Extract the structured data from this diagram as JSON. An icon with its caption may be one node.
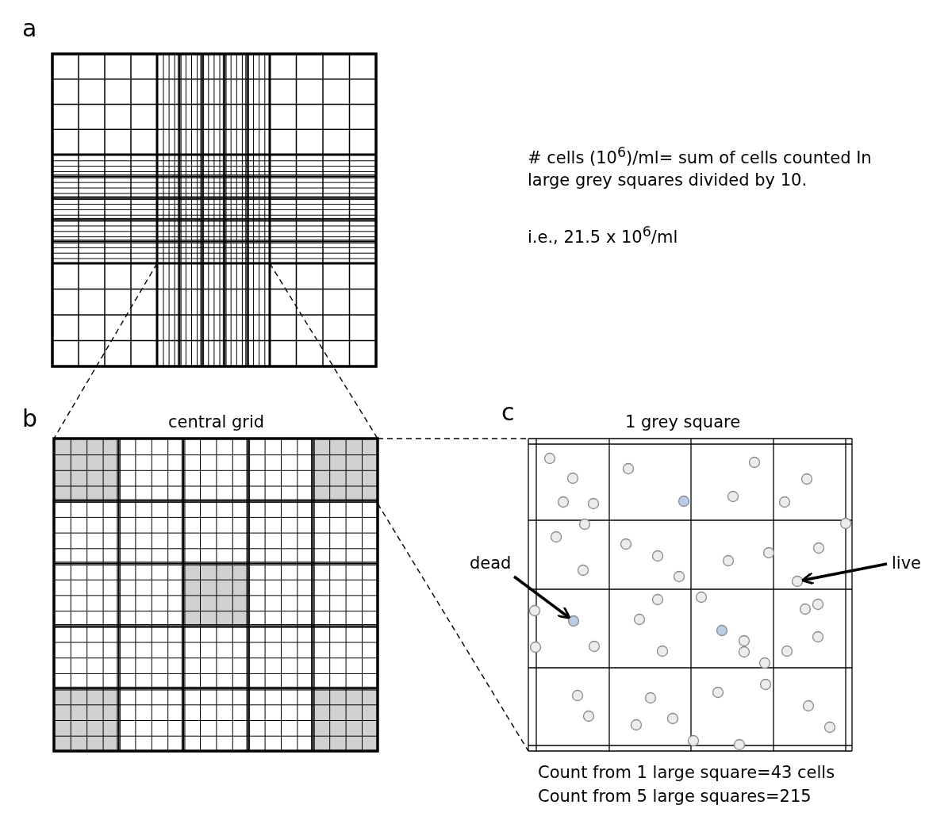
{
  "diagram": {
    "nodes": [
      {
        "text": [
          "dead"
        ]
      },
      {
        "text": [],
        "shape": "circle"
      },
      {
        "text": [
          "live"
        ]
      },
      {
        "text": [],
        "shape": "circle"
      }
    ],
    "edges": [
      {
        "from": 0,
        "to": 1,
        "arrow": "to"
      },
      {
        "from": 2,
        "to": 3,
        "arrow": "to"
      }
    ],
    "labels": [
      "a",
      "# cells (10$^{6}$)/ml= sum of cells counted In large grey squares divided by 10.",
      "i.e., 21.5 x 10$^{6}$/ml",
      "b",
      "central grid",
      "c",
      "1 grey square",
      "Count from 1 large square=43 cells",
      "Count from 5 large squares=215"
    ]
  }
}
